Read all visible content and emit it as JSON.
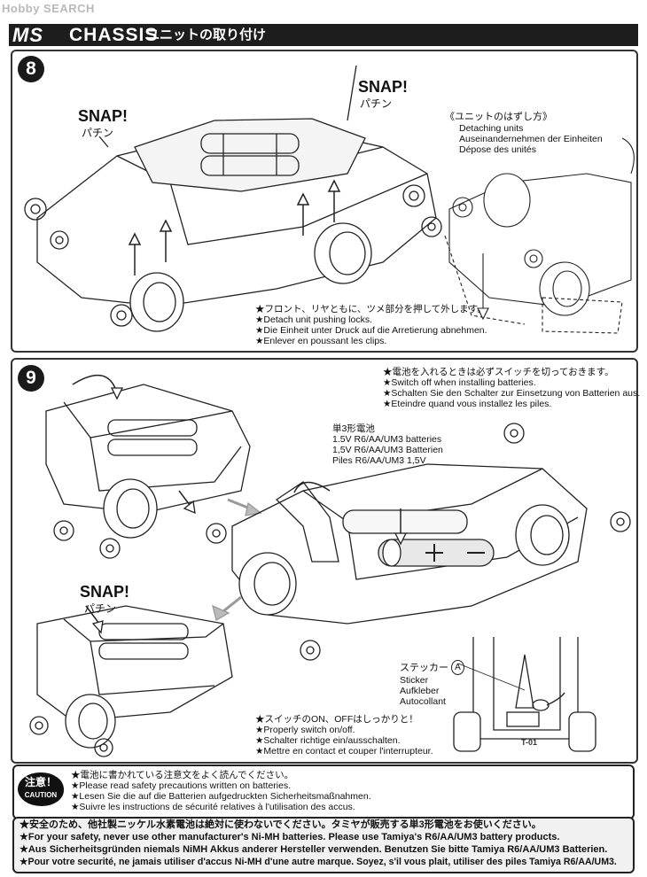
{
  "watermark": "Hobby SEARCH",
  "header": {
    "model": "MS",
    "chassis": "CHASSIS",
    "title": "ユニットの取り付け"
  },
  "step8": {
    "number": "8",
    "snap_left": "SNAP!",
    "pachin_left": "パチン",
    "snap_right": "SNAP!",
    "pachin_right": "パチン",
    "detach_title_jp": "《ユニットのはずし方》",
    "detach_en": "Detaching units",
    "detach_de": "Auseinandernehmen der Einheiten",
    "detach_fr": "Dépose des unités",
    "notes": [
      "★フロント、リヤともに、ツメ部分を押して外します。",
      "★Detach unit pushing locks.",
      "★Die Einheit unter Druck auf die Arretierung abnehmen.",
      "★Enlever en poussant les clips."
    ]
  },
  "step9": {
    "number": "9",
    "switch_notes": [
      "★電池を入れるときは必ずスイッチを切っておきます。",
      "★Switch off when installing batteries.",
      "★Schalten Sie den Schalter zur Einsetzung von Batterien aus.",
      "★Eteindre quand vous installez les piles."
    ],
    "battery_jp": "単3形電池",
    "battery_en": "1.5V R6/AA/UM3 batteries",
    "battery_de": "1,5V R6/AA/UM3 Batterien",
    "battery_fr": "Piles R6/AA/UM3 1,5V",
    "snap": "SNAP!",
    "pachin": "パチン",
    "sticker_jp": "ステッカー",
    "sticker_letter": "A",
    "sticker_en": "Sticker",
    "sticker_de": "Aufkleber",
    "sticker_fr": "Autocollant",
    "switch_on_off": [
      "★スイッチのON、OFFはしっかりと！",
      "★Properly switch on/off.",
      "★Schalter richtige ein/ausschalten.",
      "★Mettre en contact et couper l'interrupteur."
    ],
    "chassis_badge": "T-01"
  },
  "caution": {
    "badge_jp": "注意！",
    "badge_en": "CAUTION",
    "lines": [
      "★電池に書かれている注意文をよく読んでください。",
      "★Please read safety precautions written on batteries.",
      "★Lesen Sie die auf die Batterien aufgedruckten Sicherheitsmaßnahmen.",
      "★Suivre les instructions de sécurité relatives à l'utilisation des accus."
    ]
  },
  "safety": {
    "lines": [
      "★安全のため、他社製ニッケル水素電池は絶対に使わないでください。タミヤが販売する単3形電池をお使いください。",
      "★For your safety, never use other manufacturer's Ni-MH batteries. Please use Tamiya's R6/AA/UM3 battery products.",
      "★Aus Sicherheitsgründen niemals NiMH Akkus anderer Hersteller verwenden. Benutzen Sie bitte Tamiya R6/AA/UM3 Batterien.",
      "★Pour votre securité, ne jamais utiliser d'accus Ni-MH d'une autre marque. Soyez, s'il vous plait, utiliser des piles Tamiya R6/AA/UM3."
    ]
  }
}
